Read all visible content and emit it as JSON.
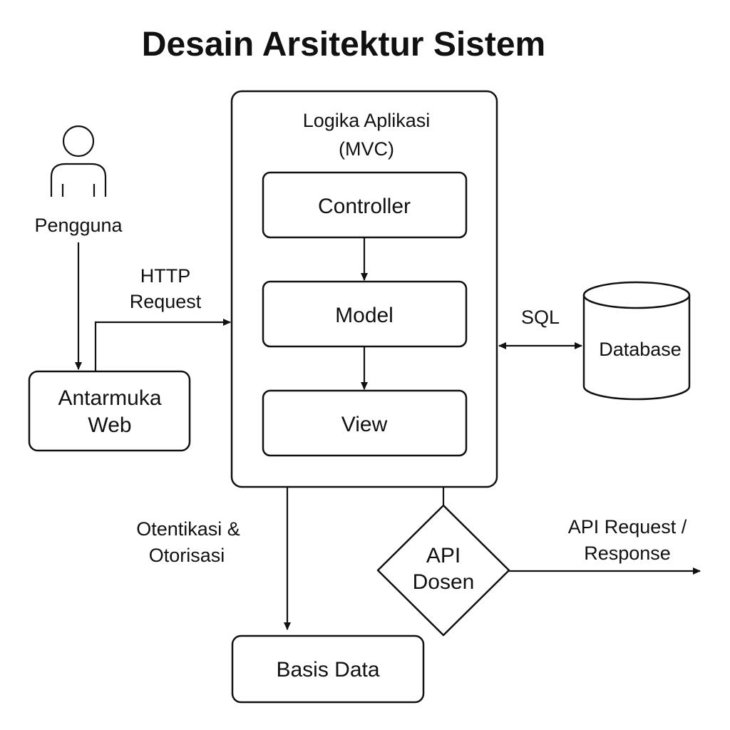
{
  "title": "Desain Arsitektur Sistem",
  "nodes": {
    "user": {
      "label": "Pengguna",
      "icon": "person-icon"
    },
    "web_ui": {
      "line1": "Antarmuka",
      "line2": "Web"
    },
    "app_logic": {
      "line1": "Logika Aplikasi",
      "line2": "(MVC)"
    },
    "controller": {
      "label": "Controller"
    },
    "model": {
      "label": "Model"
    },
    "view": {
      "label": "View"
    },
    "database": {
      "label": "Database",
      "icon": "database-cylinder-icon"
    },
    "basis_data": {
      "label": "Basis Data"
    },
    "api_dosen": {
      "line1": "API",
      "line2": "Dosen"
    }
  },
  "edges": {
    "http": {
      "line1": "HTTP",
      "line2": "Request"
    },
    "sql": {
      "label": "SQL"
    },
    "auth": {
      "line1": "Otentikasi &",
      "line2": "Otorisasi"
    },
    "api": {
      "line1": "API Request /",
      "line2": "Response"
    }
  },
  "colors": {
    "stroke": "#111111",
    "background": "#ffffff"
  }
}
